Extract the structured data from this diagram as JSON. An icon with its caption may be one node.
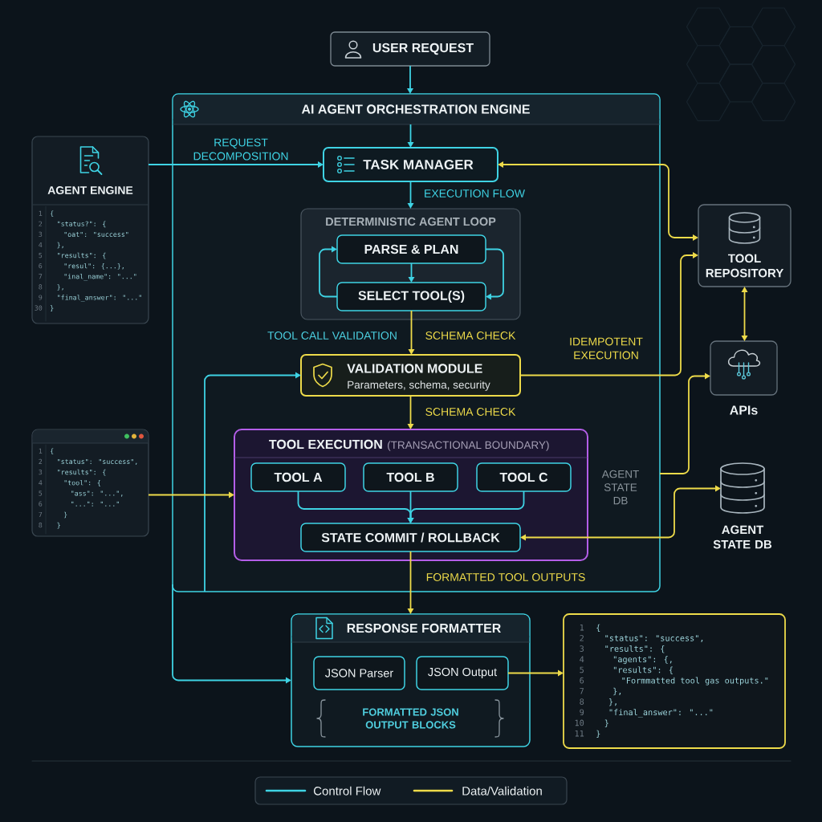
{
  "diagram": {
    "nodes": [
      {
        "text": [
          "USER REQUEST"
        ]
      },
      {
        "text": [
          "AI AGENT ORCHESTRATION ENGINE"
        ]
      },
      {
        "text": [
          "TASK MANAGER"
        ],
        "in": 1
      },
      {
        "text": [
          "DETERMINISTIC AGENT LOOP"
        ],
        "in": 1
      },
      {
        "text": [
          "PARSE & PLAN"
        ],
        "in": 3
      },
      {
        "text": [
          "SELECT TOOL(S)"
        ],
        "in": 3
      },
      {
        "text": [
          "VALIDATION MODULE",
          "Parameters, schema, security"
        ],
        "in": 1
      },
      {
        "text": [
          "TOOL EXECUTION",
          "(TRANSACTIONAL BOUNDARY)"
        ],
        "in": 1
      },
      {
        "text": [
          "TOOL A"
        ],
        "in": 7
      },
      {
        "text": [
          "TOOL B"
        ],
        "in": 7
      },
      {
        "text": [
          "TOOL C"
        ],
        "in": 7
      },
      {
        "text": [
          "STATE COMMIT / ROLLBACK"
        ],
        "in": 7
      },
      {
        "text": [
          "AGENT ENGINE",
          "1",
          "{",
          "2",
          "\"status?\": {",
          "3",
          "\"oat\": \"success\"",
          "4",
          "},",
          "5",
          "\"results\": {",
          "6",
          "\"resul\": {...},",
          "7",
          "\"inal_name\": \"...\"",
          "8",
          "},",
          "9",
          "\"final_answer\": \"...\"",
          "30",
          "}"
        ]
      },
      {
        "text": [
          "1",
          "{",
          "2",
          "\"status\": \"success\",",
          "3",
          "\"results\": {",
          "4",
          "\"tool\": {",
          "5",
          "\"ass\": \"...\",",
          "6",
          "\"...\": \"...\"",
          "7",
          "}",
          "8",
          "}"
        ]
      },
      {
        "text": [
          "TOOL REPOSITORY"
        ]
      },
      {
        "text": [
          "APIs"
        ]
      },
      {
        "text": [
          "AGENT STATE DB"
        ]
      },
      {
        "text": [
          "RESPONSE FORMATTER",
          "FORMATTED JSON OUTPUT BLOCKS"
        ]
      },
      {
        "text": [
          "JSON Parser"
        ],
        "in": 17
      },
      {
        "text": [
          "JSON Output"
        ],
        "in": 17
      },
      {
        "text": [
          "1",
          "{",
          "2",
          "\"status\": \"success\",",
          "3",
          "\"results\": {",
          "4",
          "\"agents\": {,",
          "5",
          "\"results\": {",
          "6",
          "\"Formmatted tool gas outputs.\"",
          "7",
          "},",
          "8",
          "},",
          "9",
          "\"final_answer\": \"...\"",
          "10",
          "}",
          "11",
          "}"
        ]
      }
    ],
    "edges": [
      {
        "from": 0,
        "to": 1,
        "arrow": "to"
      },
      {
        "from": null,
        "to": 2,
        "arrow": "to"
      },
      {
        "from": 12,
        "to": 2,
        "arrow": "to",
        "label": "REQUEST DECOMPOSITION"
      },
      {
        "from": 2,
        "to": 3,
        "arrow": "to",
        "label": "EXECUTION FLOW"
      },
      {
        "from": 4,
        "to": 5,
        "arrow": "to"
      },
      {
        "from": 5,
        "to": 4,
        "arrow": "to"
      },
      {
        "from": 4,
        "to": 5,
        "arrow": "to"
      },
      {
        "from": 5,
        "to": 6,
        "arrow": "to",
        "label": "SCHEMA CHECK",
        "color": "#eedb4a"
      },
      {
        "from": 6,
        "to": 7,
        "arrow": "to",
        "label": "SCHEMA CHECK",
        "color": "#eedb4a"
      },
      {
        "from": 8,
        "to": 11,
        "arrow": "to"
      },
      {
        "from": 9,
        "to": 11,
        "arrow": "to"
      },
      {
        "from": 10,
        "to": 11,
        "arrow": "to"
      },
      {
        "from": 11,
        "to": 17,
        "arrow": "to",
        "label": "FORMATTED TOOL OUTPUTS",
        "color": "#eedb4a"
      },
      {
        "from": 1,
        "to": 6,
        "arrow": "to"
      },
      {
        "from": 1,
        "to": 17,
        "arrow": "to"
      },
      {
        "from": 13,
        "to": 7,
        "arrow": "to",
        "color": "#eedb4a"
      },
      {
        "from": 2,
        "to": 14,
        "arrow": "both",
        "color": "#eedb4a"
      },
      {
        "from": 6,
        "to": 14,
        "arrow": "to",
        "label": "IDEMPOTENT EXECUTION",
        "color": "#eedb4a"
      },
      {
        "from": 14,
        "to": 15,
        "arrow": "both",
        "color": "#eedb4a"
      },
      {
        "from": 1,
        "to": 15,
        "arrow": "to",
        "color": "#eedb4a"
      },
      {
        "from": 11,
        "to": 16,
        "arrow": "both",
        "color": "#eedb4a"
      },
      {
        "from": 19,
        "to": 20,
        "arrow": "to",
        "color": "#eedb4a"
      }
    ],
    "labels": [
      "TOOL CALL VALIDATION",
      "AGENT STATE DB"
    ],
    "legend": [
      {
        "text": "Control Flow"
      },
      {
        "text": "Data/Validation"
      }
    ]
  }
}
